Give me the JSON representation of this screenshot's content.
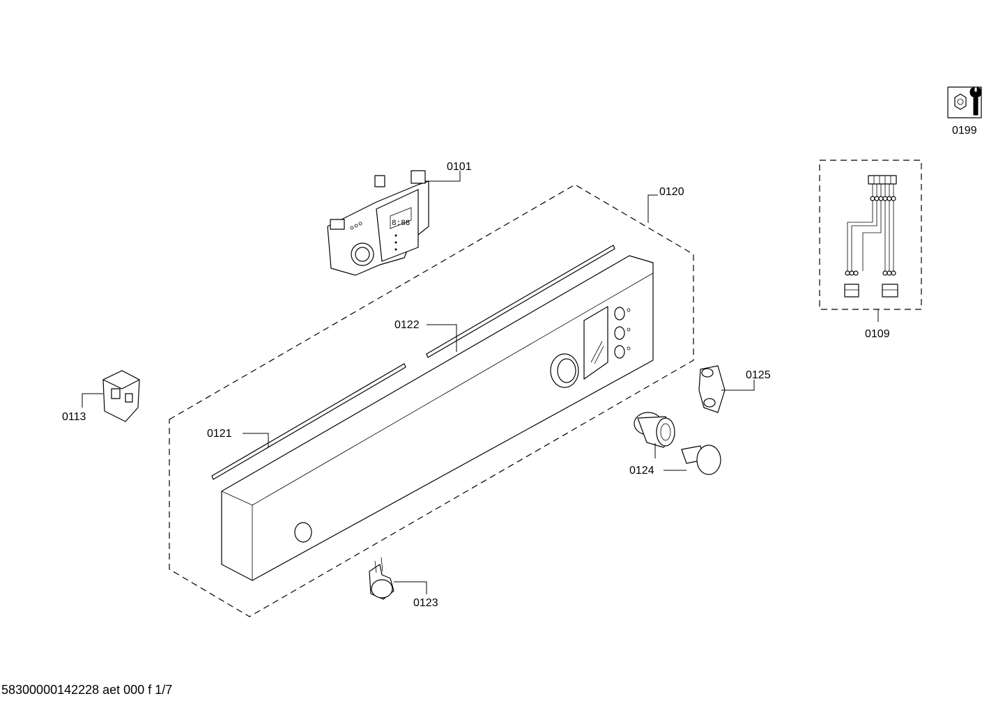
{
  "labels": {
    "p0101": "0101",
    "p0109": "0109",
    "p0113": "0113",
    "p0120": "0120",
    "p0121": "0121",
    "p0122": "0122",
    "p0123": "0123",
    "p0124": "0124",
    "p0125": "0125",
    "p0199": "0199"
  },
  "footer": "58300000142228 aet 000 f 1/7",
  "icons": {
    "service": "wrench-nut-icon"
  }
}
